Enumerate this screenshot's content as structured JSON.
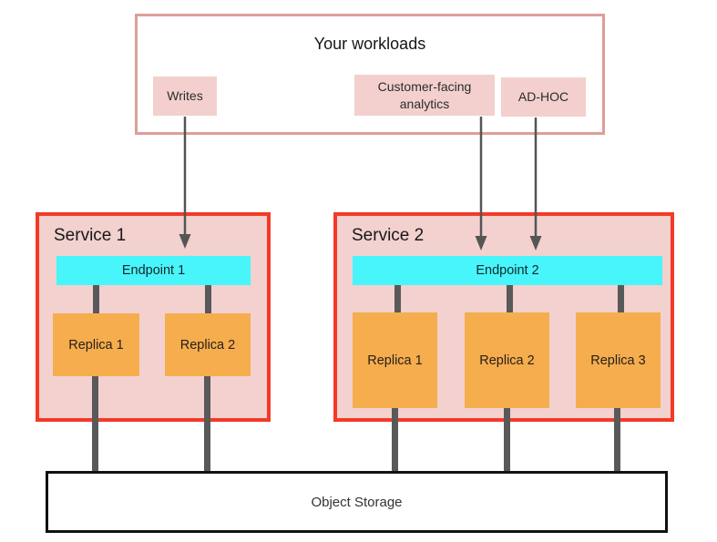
{
  "diagram_title": "Your workloads",
  "workloads": {
    "title": "Your workloads",
    "items": [
      {
        "label": "Writes"
      },
      {
        "label": "Customer-facing analytics"
      },
      {
        "label": "AD-HOC"
      }
    ]
  },
  "services": [
    {
      "name": "Service 1",
      "endpoint": "Endpoint 1",
      "replicas": [
        "Replica 1",
        "Replica 2"
      ]
    },
    {
      "name": "Service 2",
      "endpoint": "Endpoint 2",
      "replicas": [
        "Replica 1",
        "Replica 2",
        "Replica 3"
      ]
    }
  ],
  "storage": {
    "label": "Object Storage"
  },
  "colors": {
    "workloads_border": "#dd9e9a",
    "workload_item_fill": "#f3d0cd",
    "service_border": "#f23a26",
    "service_fill": "#f2d1cf",
    "endpoint_fill": "#47f5fb",
    "replica_fill": "#f6ad4e",
    "connector_gray": "#595959",
    "arrow_gray": "#555555",
    "storage_border": "#111111"
  }
}
